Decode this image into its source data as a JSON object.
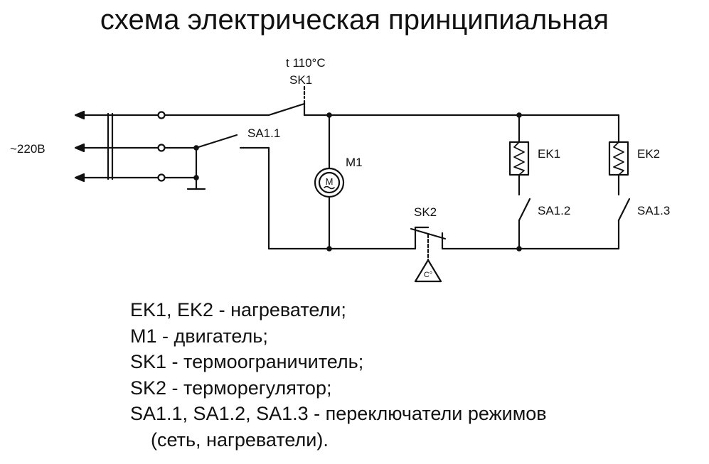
{
  "title": "схема электрическая принципиальная",
  "labels": {
    "supply": "~220В",
    "sk1_temp": "t 110°C",
    "sk1": "SK1",
    "sa11": "SA1.1",
    "m1": "M1",
    "motor_symbol": "M",
    "ek1": "EK1",
    "ek2": "EK2",
    "sk2": "SK2",
    "sensor": "C°",
    "sa12": "SA1.2",
    "sa13": "SA1.3"
  },
  "legend": [
    "EK1, EK2 - нагреватели;",
    "M1 - двигатель;",
    "SK1 - термоограничитель;",
    "SK2 - терморегулятор;",
    "SA1.1, SA1.2, SA1.3 - переключатели режимов",
    "(сеть, нагреватели)."
  ]
}
